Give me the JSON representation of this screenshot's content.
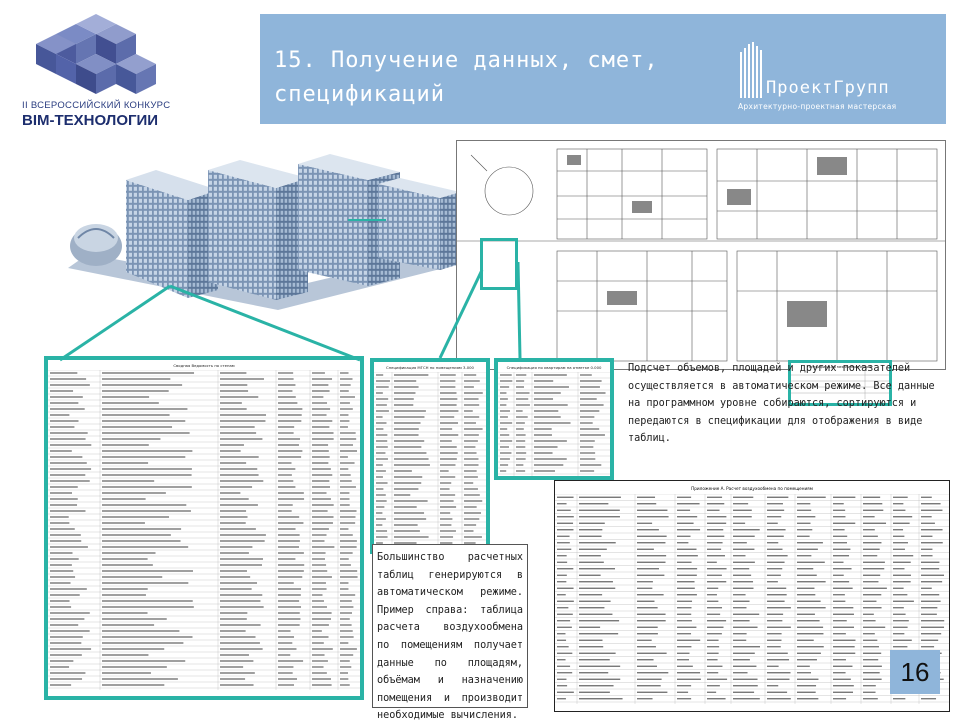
{
  "logo": {
    "line1": "II ВСЕРОССИЙСКИЙ КОНКУРС",
    "line2": "BIM-ТЕХНОЛОГИИ"
  },
  "banner": {
    "title": "15. Получение данных, смет, спецификаций",
    "company_name": "ПроектГрупп",
    "company_sub": "Архитектурно-проектная мастерская",
    "color": "#8fb5da"
  },
  "text": {
    "right_block": "Подсчет объемов, площадей и других показателей осуществляется в автоматическом режиме. Все данные на программном уровне собираются, сортируются и передаются в спецификации для отображения в виде таблиц.",
    "left_block": "Большинство расчетных таблиц генерируются в автоматическом режиме. Пример справа: таблица расчета воздухообмена по помещениям получает данные по площадям, объёмам и назначению помещения и производит необходимые вычисления."
  },
  "page_number": "16",
  "accent_color": "#2ab3a6",
  "panels": {
    "walls_title": "Сводная Ведомость по стенам",
    "rooms_title": "Спецификация МГСН по помещениям 3-000",
    "apartments_title": "Спецификация по квартирам на отметке 0.000",
    "summary_title": "Спецификация механизмов общая",
    "airflow_title": "Приложение А. Расчет воздухообмена по помещениям"
  }
}
